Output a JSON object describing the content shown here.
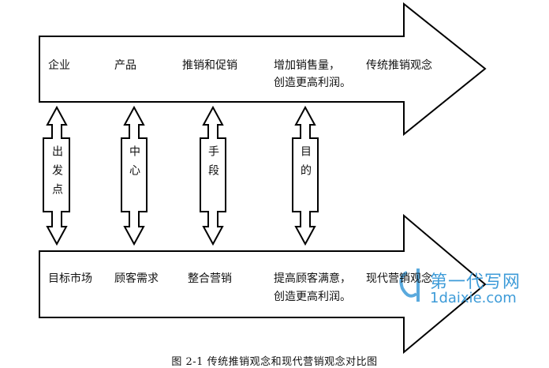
{
  "top_arrow": {
    "items": [
      "企业",
      "产品",
      "推销和促销"
    ],
    "goal_line1": "增加销售量，",
    "goal_line2": "创造更高利润。",
    "name": "传统推销观念"
  },
  "bottom_arrow": {
    "items": [
      "目标市场",
      "顾客需求",
      "整合营销"
    ],
    "goal_line1": "提高顾客满意，",
    "goal_line2": "创造更高利润。",
    "name": "现代营销观念"
  },
  "links": [
    {
      "label": "出发点"
    },
    {
      "label": "中心"
    },
    {
      "label": "手段"
    },
    {
      "label": "目的"
    }
  ],
  "caption": "图 2-1  传统推销观念和现代营销观念对比图",
  "watermark": {
    "cn": "第一代写网",
    "en": "1daixie.com",
    "color": "#3d9bd8"
  }
}
